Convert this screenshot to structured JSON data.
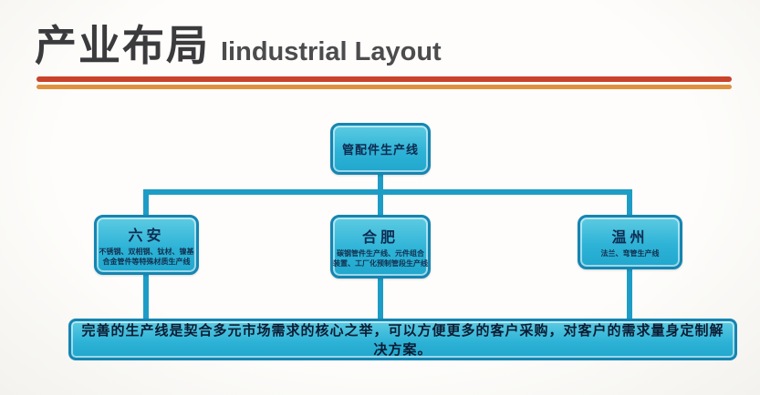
{
  "title": {
    "zh": "产业布局",
    "en": "Iindustrial Layout"
  },
  "diagram": {
    "root": {
      "label": "管配件生产线"
    },
    "branches": [
      {
        "label": "六安",
        "desc": "不锈钢、双相钢、钛材、镍基\n合金管件等特殊材质生产线"
      },
      {
        "label": "合肥",
        "desc": "碳钢管件生产线、元件组合\n装置、工厂化预制管段生产线"
      },
      {
        "label": "温州",
        "desc": "法兰、弯管生产线"
      }
    ],
    "footer": "完善的生产线是契合多元市场需求的核心之举，可以方便更多的客户采购，对客户的需求量身定制解决方案。"
  },
  "colors": {
    "box_fill": "#2eb3d7",
    "box_border": "#1585b2",
    "connector": "#1d9dc6",
    "rule_top": "#c8432a",
    "rule_bottom": "#e0913e",
    "title_text": "#3b3b3d"
  }
}
